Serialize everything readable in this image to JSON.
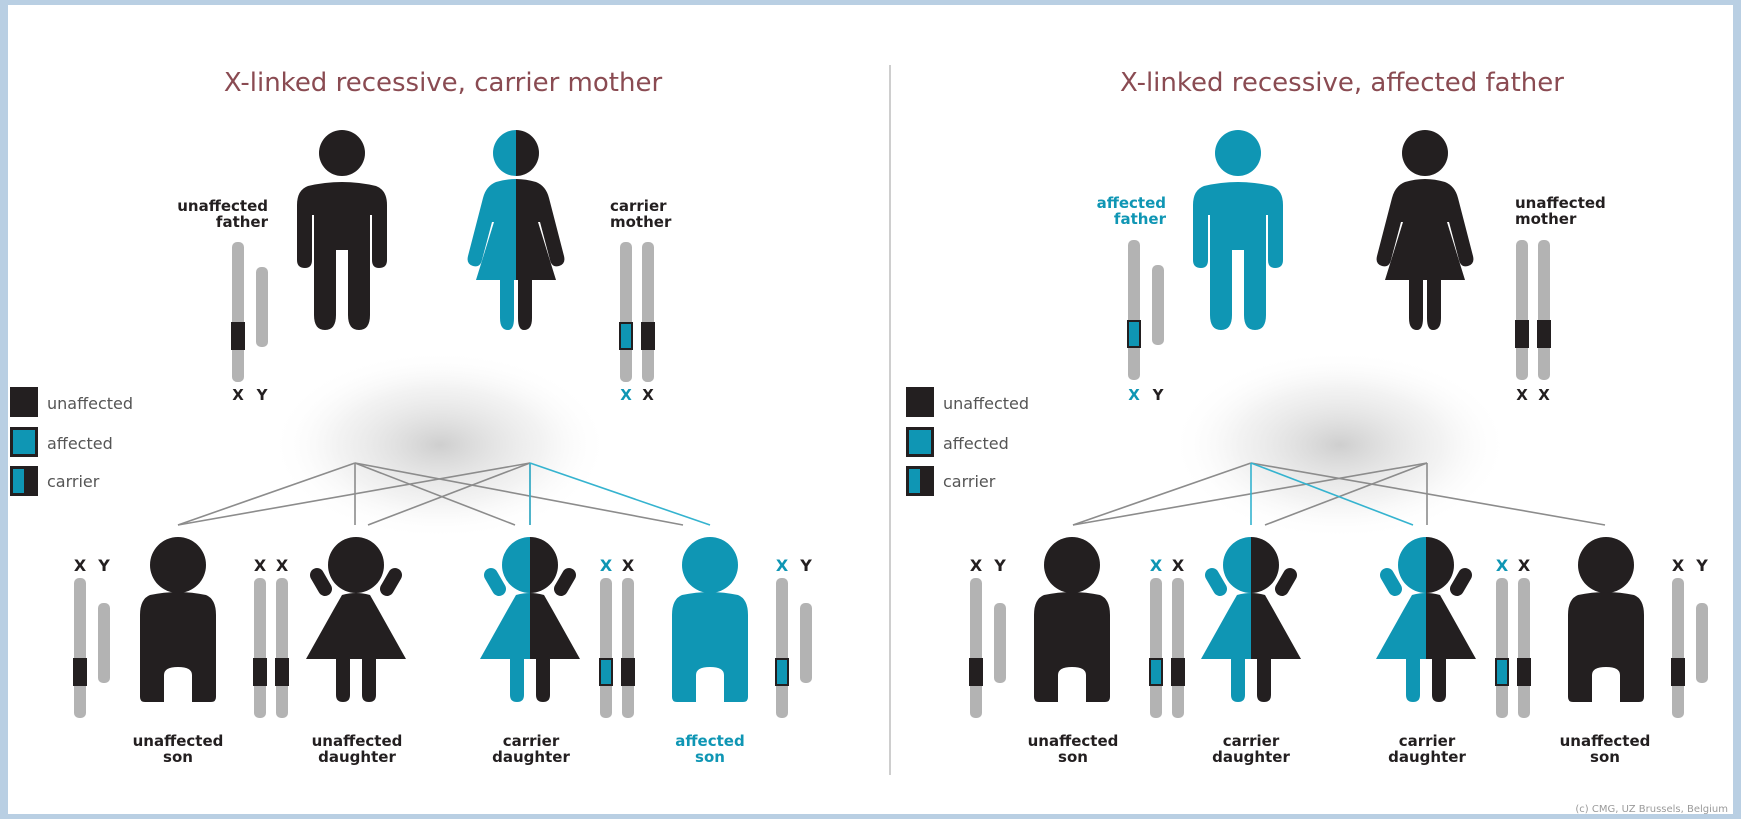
{
  "colors": {
    "affected": "#0f96b4",
    "unaffected": "#231f20",
    "title": "#8a4b52",
    "chromosome": "#b3b3b3",
    "frame": "#b9cfe3"
  },
  "left_panel": {
    "title": "X-linked recessive, carrier mother",
    "father": {
      "line1": "unaffected",
      "line2": "father",
      "x_label": "X",
      "y_label": "Y"
    },
    "mother": {
      "line1": "carrier",
      "line2": "mother",
      "x1_label": "X",
      "x2_label": "X"
    },
    "legend": {
      "unaffected": "unaffected",
      "affected": "affected",
      "carrier": "carrier"
    },
    "children": [
      {
        "line1": "unaffected",
        "line2": "son",
        "chr1": "X",
        "chr2": "Y"
      },
      {
        "line1": "unaffected",
        "line2": "daughter",
        "chr1": "X",
        "chr2": "X"
      },
      {
        "line1": "carrier",
        "line2": "daughter",
        "chr1": "X",
        "chr2": "X"
      },
      {
        "line1": "affected",
        "line2": "son",
        "chr1": "X",
        "chr2": "Y"
      }
    ]
  },
  "right_panel": {
    "title": "X-linked recessive, affected father",
    "father": {
      "line1": "affected",
      "line2": "father",
      "x_label": "X",
      "y_label": "Y"
    },
    "mother": {
      "line1": "unaffected",
      "line2": "mother",
      "x1_label": "X",
      "x2_label": "X"
    },
    "legend": {
      "unaffected": "unaffected",
      "affected": "affected",
      "carrier": "carrier"
    },
    "children": [
      {
        "line1": "unaffected",
        "line2": "son",
        "chr1": "X",
        "chr2": "Y"
      },
      {
        "line1": "carrier",
        "line2": "daughter",
        "chr1": "X",
        "chr2": "X"
      },
      {
        "line1": "carrier",
        "line2": "daughter",
        "chr1": "X",
        "chr2": "X"
      },
      {
        "line1": "unaffected",
        "line2": "son",
        "chr1": "X",
        "chr2": "Y"
      }
    ]
  },
  "copyright": "(c) CMG, UZ Brussels, Belgium"
}
